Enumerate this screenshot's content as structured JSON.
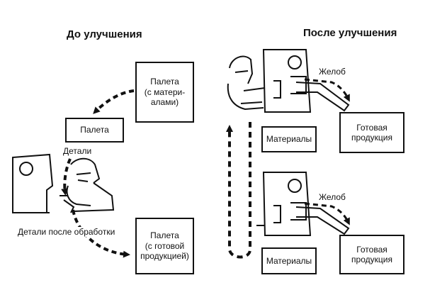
{
  "headings": {
    "before": "До улучшения",
    "after": "После улучшения"
  },
  "before": {
    "pallet_materials": "Палета\n(с матери-\nалами)",
    "pallet_empty": "Палета",
    "parts": "Детали",
    "parts_after": "Детали после обработки",
    "pallet_finished": "Палета\n(с готовой\nпродукцией)"
  },
  "after": {
    "top": {
      "chute": "Желоб",
      "materials": "Материалы",
      "finished": "Готовая\nпродукция"
    },
    "bottom": {
      "chute": "Желоб",
      "materials": "Материалы",
      "finished": "Готовая\nпродукция"
    }
  }
}
